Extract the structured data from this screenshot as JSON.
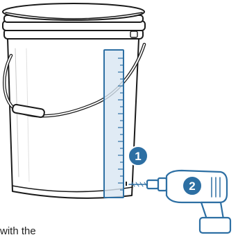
{
  "steps": [
    {
      "number": "1"
    },
    {
      "number": "2"
    }
  ],
  "caption": {
    "text": "with the"
  },
  "colors": {
    "accent": "#2d6fa3",
    "outline": "#1a1a1a",
    "ruler_fill": "#d8e6f2",
    "caption_text": "#222222"
  },
  "icons": {
    "drill": "power-drill-icon",
    "bucket": "bucket-icon",
    "ruler": "ruler-icon"
  }
}
